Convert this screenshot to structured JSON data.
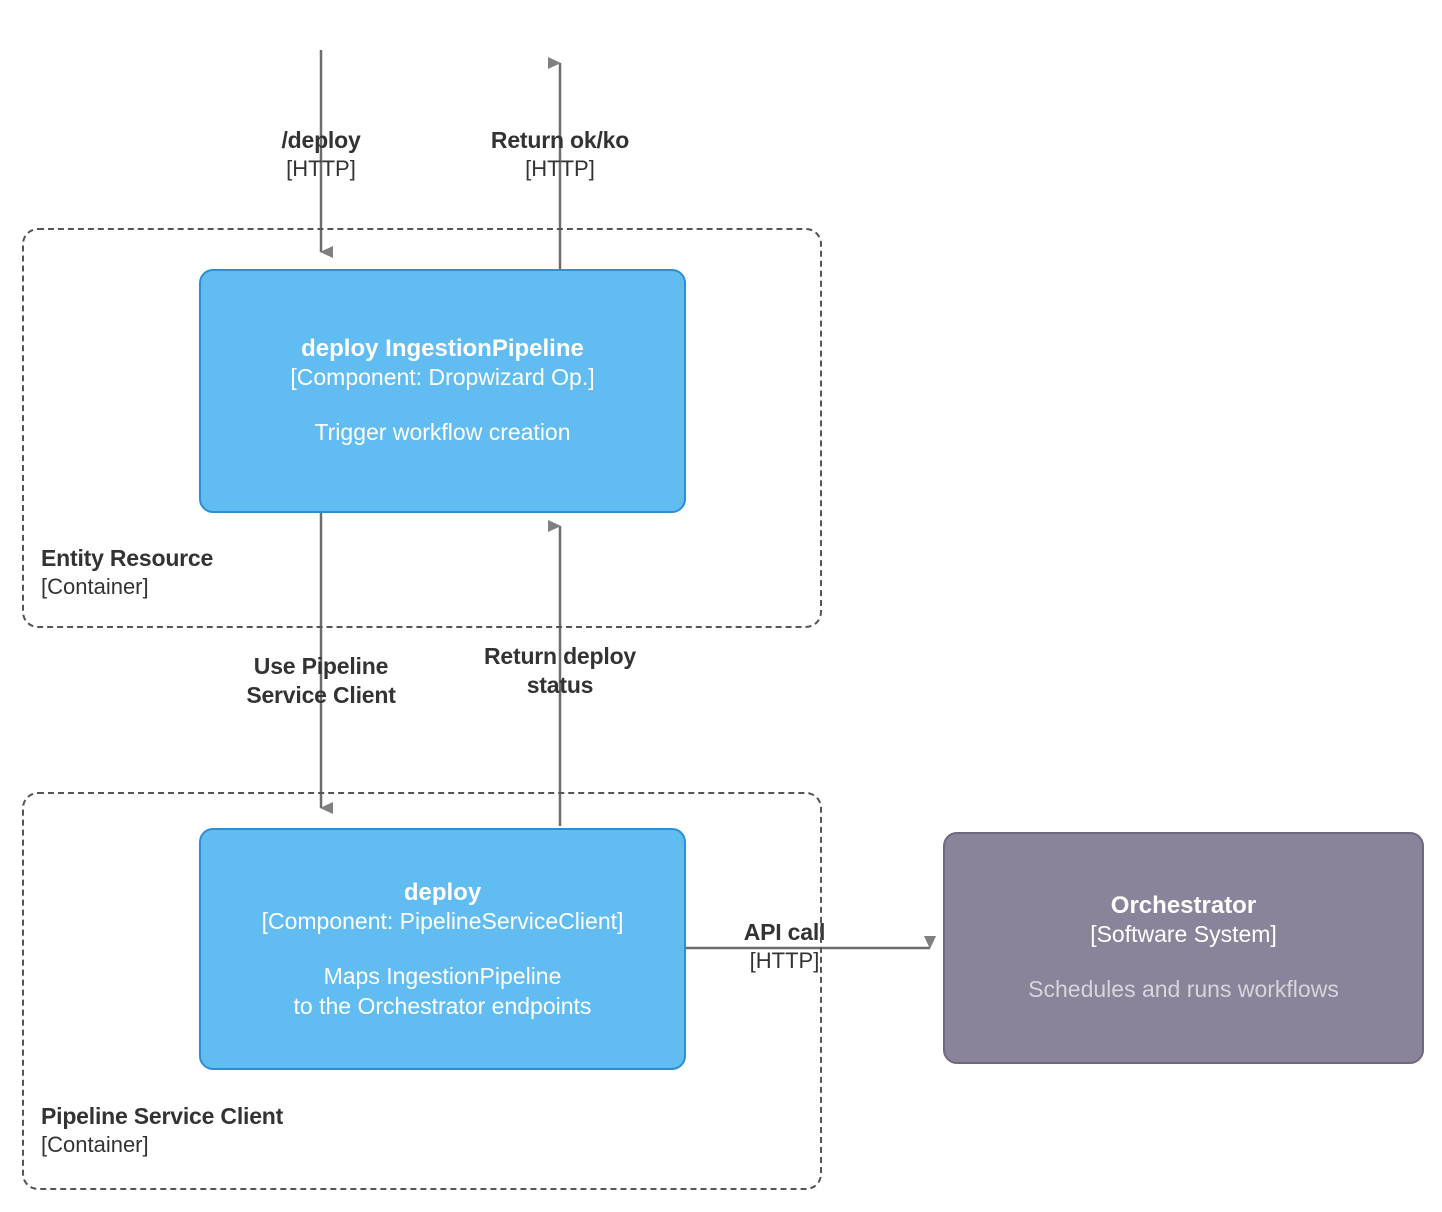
{
  "diagram": {
    "type": "c4-component-diagram",
    "title": "",
    "colors": {
      "component_fill": "#61bcf2",
      "component_stroke": "#2e8ed0",
      "system_fill": "#8b8399",
      "system_stroke": "#6f6880",
      "boundary_stroke": "#555555",
      "arrow": "#808080",
      "text": "#333333",
      "node_text": "#ffffff",
      "system_desc_text": "#d8d4dd"
    }
  },
  "boundaries": [
    {
      "id": "entity-resource",
      "name": "Entity Resource",
      "type": "[Container]"
    },
    {
      "id": "pipeline-service-client",
      "name": "Pipeline Service Client",
      "type": "[Container]"
    }
  ],
  "nodes": [
    {
      "id": "deploy-ingestion-pipeline",
      "name": "deploy IngestionPipeline",
      "tech": "[Component: Dropwizard Op.]",
      "description": "Trigger workflow creation",
      "kind": "component"
    },
    {
      "id": "deploy-pipeline-service-client",
      "name": "deploy",
      "tech": "[Component: PipelineServiceClient]",
      "description_line1": "Maps IngestionPipeline",
      "description_line2": "to the Orchestrator endpoints",
      "kind": "component"
    },
    {
      "id": "orchestrator",
      "name": "Orchestrator",
      "tech": "[Software System]",
      "description": "Schedules and runs workflows",
      "kind": "system"
    }
  ],
  "relationships": [
    {
      "id": "deploy-request",
      "text": "/deploy",
      "tech": "[HTTP]",
      "direction": "down"
    },
    {
      "id": "return-ok-ko",
      "text": "Return ok/ko",
      "tech": "[HTTP]",
      "direction": "up"
    },
    {
      "id": "use-pipeline-service-client",
      "text": "Use Pipeline\nService Client",
      "tech": "",
      "direction": "down"
    },
    {
      "id": "return-deploy-status",
      "text": "Return deploy\nstatus",
      "tech": "",
      "direction": "up"
    },
    {
      "id": "api-call",
      "text": "API call",
      "tech": "[HTTP]",
      "direction": "right"
    }
  ]
}
